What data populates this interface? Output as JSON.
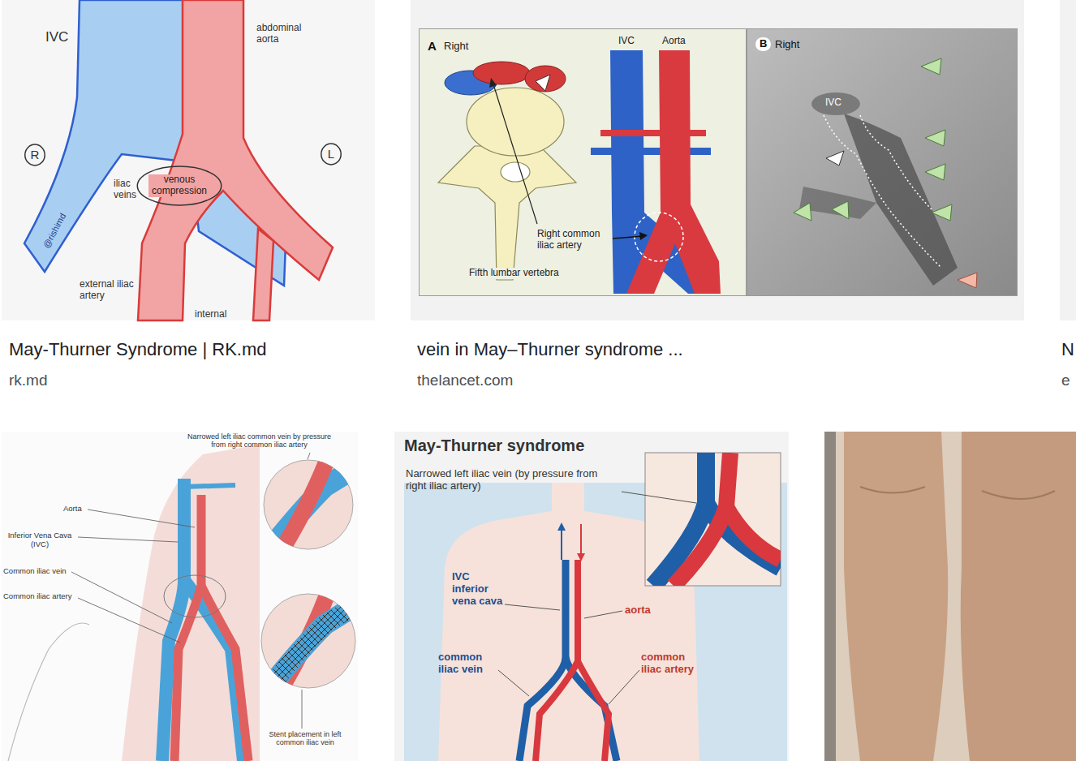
{
  "diagram": {
    "nodes": [
      {
        "text": [
          "May-Thurner Syndrome | RK.md",
          "rk.md"
        ]
      },
      {
        "text": [
          "R"
        ],
        "in": 0
      },
      {
        "text": [
          "venous compression"
        ],
        "in": 0
      },
      {
        "text": [
          "L"
        ],
        "in": 0
      },
      {
        "text": [
          "vein in May–Thurner syndrome ...",
          "thelancet.com"
        ]
      },
      {
        "text": [
          "A",
          "Right"
        ],
        "in": 4
      },
      {
        "text": [
          "B",
          "Right"
        ],
        "in": 4
      },
      {
        "text": [
          "N",
          "e"
        ]
      },
      {
        "text": [
          "May-Thurner syndrome"
        ]
      }
    ],
    "labels": [
      "IVC",
      "abdominal aorta",
      "iliac veins",
      "@rishimd",
      "external iliac artery",
      "internal",
      "IVC",
      "Aorta",
      "Right common iliac artery",
      "Fifth lumbar vertebra",
      "IVC",
      "Narrowed left iliac common vein by pressure from right common iliac artery",
      "Aorta",
      "Inferior Vena Cava (IVC)",
      "Common iliac vein",
      "Common iliac artery",
      "Stent placement in left common iliac vein",
      "Narrowed left iliac vein (by pressure from right iliac artery)",
      "IVC inferior vena cava",
      "aorta",
      "common iliac vein",
      "common iliac artery"
    ]
  }
}
